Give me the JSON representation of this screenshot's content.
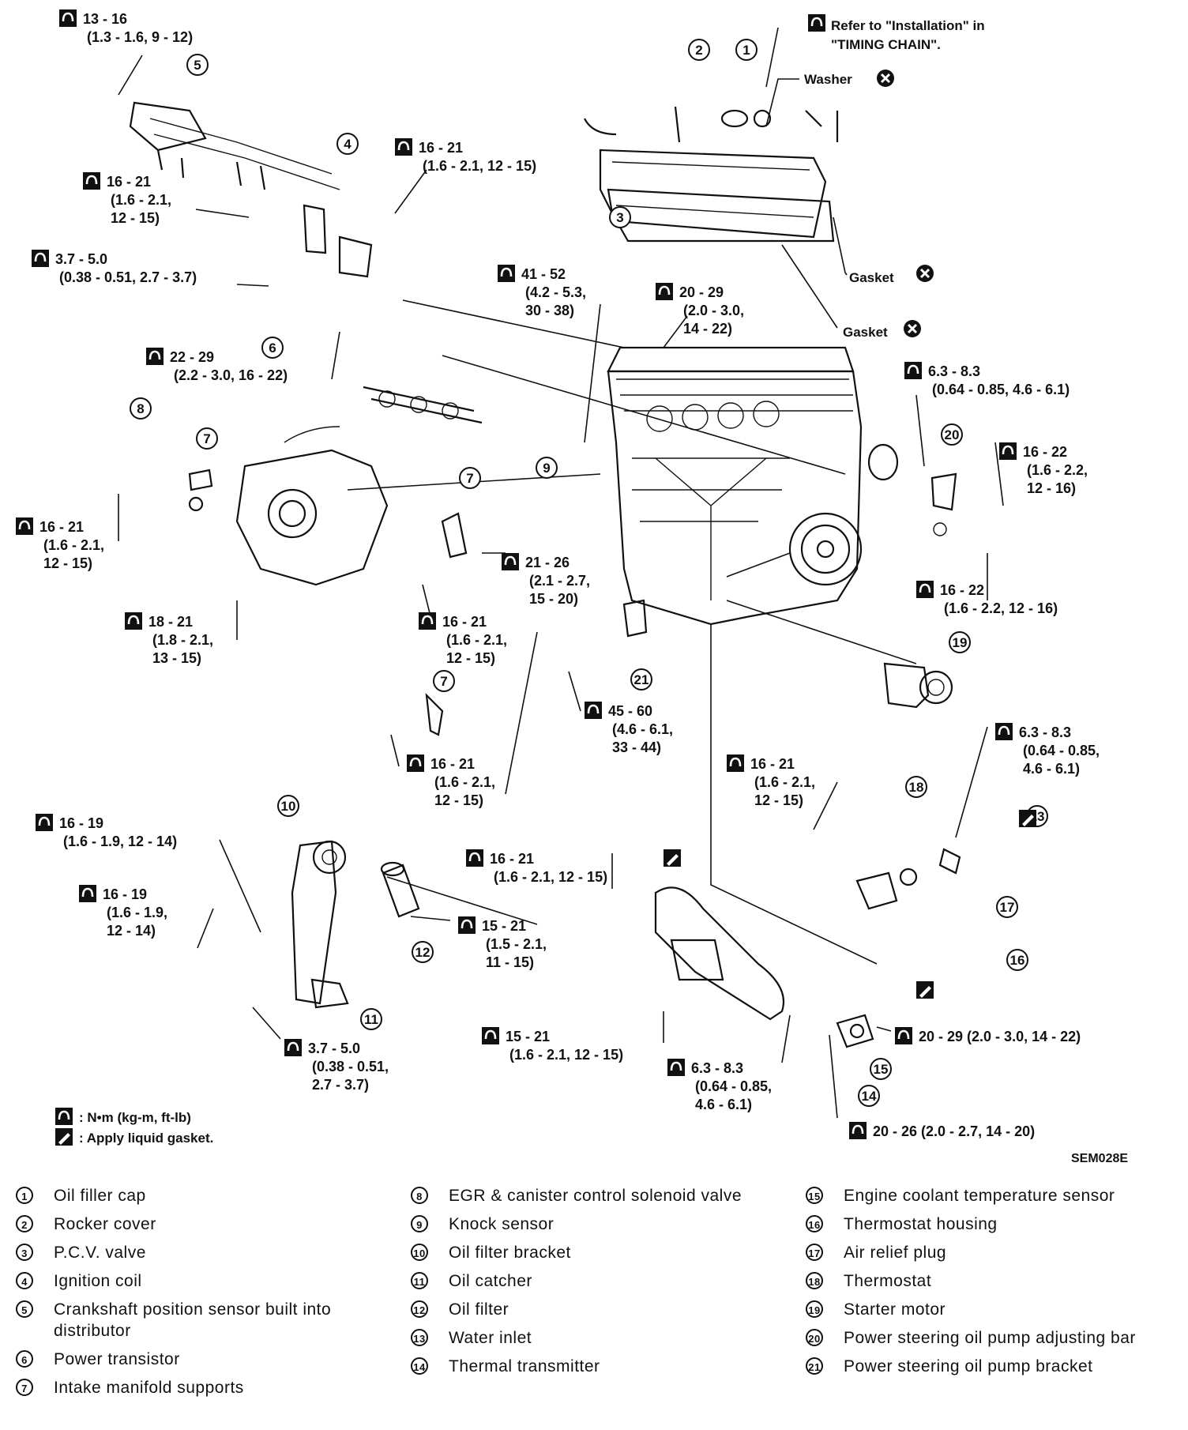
{
  "callouts": [
    {
      "id": "t1",
      "lines": [
        "13 - 16",
        "(1.3 - 1.6, 9 - 12)"
      ]
    },
    {
      "id": "t2",
      "lines": [
        "16 - 21",
        "(1.6 - 2.1, 12 - 15)"
      ]
    },
    {
      "id": "t3",
      "lines": [
        "16 - 21",
        "(1.6 - 2.1,",
        "12 - 15)"
      ]
    },
    {
      "id": "t4",
      "lines": [
        "3.7 - 5.0",
        "(0.38 - 0.51, 2.7 - 3.7)"
      ]
    },
    {
      "id": "t5",
      "lines": [
        "41 - 52",
        "(4.2 - 5.3,",
        "30 - 38)"
      ]
    },
    {
      "id": "t6",
      "lines": [
        "20 - 29",
        "(2.0 - 3.0,",
        "14 - 22)"
      ]
    },
    {
      "id": "t7",
      "lines": [
        "22 - 29",
        "(2.2 - 3.0, 16 - 22)"
      ]
    },
    {
      "id": "t8",
      "lines": [
        "6.3 - 8.3",
        "(0.64 - 0.85, 4.6 - 6.1)"
      ]
    },
    {
      "id": "t9",
      "lines": [
        "16 - 22",
        "(1.6 - 2.2,",
        "12 - 16)"
      ]
    },
    {
      "id": "t10",
      "lines": [
        "16 - 21",
        "(1.6 - 2.1,",
        "12 - 15)"
      ]
    },
    {
      "id": "t11",
      "lines": [
        "21 - 26",
        "(2.1 - 2.7,",
        "15 - 20)"
      ]
    },
    {
      "id": "t12",
      "lines": [
        "16 - 22",
        "(1.6 - 2.2, 12 - 16)"
      ]
    },
    {
      "id": "t13",
      "lines": [
        "16 - 21",
        "(1.6 - 2.1,",
        "12 - 15)"
      ]
    },
    {
      "id": "t14",
      "lines": [
        "18 - 21",
        "(1.8 - 2.1,",
        "13 - 15)"
      ]
    },
    {
      "id": "t15",
      "lines": [
        "45 - 60",
        "(4.6 - 6.1,",
        "33 - 44)"
      ]
    },
    {
      "id": "t16",
      "lines": [
        "6.3 - 8.3",
        "(0.64 - 0.85,",
        "4.6 - 6.1)"
      ]
    },
    {
      "id": "t17",
      "lines": [
        "16 - 21",
        "(1.6 - 2.1,",
        "12 - 15)"
      ]
    },
    {
      "id": "t18",
      "lines": [
        "16 - 21",
        "(1.6 - 2.1,",
        "12 - 15)"
      ]
    },
    {
      "id": "t19",
      "lines": [
        "16 - 19",
        "(1.6 - 1.9, 12 - 14)"
      ]
    },
    {
      "id": "t20",
      "lines": [
        "16 - 21",
        "(1.6 - 2.1, 12 - 15)"
      ]
    },
    {
      "id": "t21",
      "lines": [
        "16 - 19",
        "(1.6 - 1.9,",
        "12 - 14)"
      ]
    },
    {
      "id": "t22",
      "lines": [
        "15 - 21",
        "(1.5 - 2.1,",
        "11 - 15)"
      ]
    },
    {
      "id": "t23",
      "lines": [
        "15 - 21",
        "(1.6 - 2.1, 12 - 15)"
      ]
    },
    {
      "id": "t24",
      "lines": [
        "6.3 - 8.3",
        "(0.64 - 0.85,",
        "4.6 - 6.1)"
      ]
    },
    {
      "id": "t25",
      "lines": [
        "20 - 29 (2.0 - 3.0, 14 - 22)"
      ]
    },
    {
      "id": "t26",
      "lines": [
        "3.7 - 5.0",
        "(0.38 - 0.51,",
        "2.7 - 3.7)"
      ]
    },
    {
      "id": "t27",
      "lines": [
        "20 - 26 (2.0 - 2.7, 14 - 20)"
      ]
    }
  ],
  "notes": {
    "timing_chain": [
      "Refer to \"Installation\" in",
      "\"TIMING CHAIN\"."
    ],
    "washer": "Washer",
    "gasket_1": "Gasket",
    "gasket_2": "Gasket"
  },
  "key": {
    "torque_symbol_meaning": ": N•m (kg-m, ft-lb)",
    "liquid_gasket_meaning": ": Apply liquid gasket."
  },
  "figure_code": "SEM028E",
  "legend": [
    {
      "num": "1",
      "text": "Oil filler cap"
    },
    {
      "num": "2",
      "text": "Rocker cover"
    },
    {
      "num": "3",
      "text": "P.C.V. valve"
    },
    {
      "num": "4",
      "text": "Ignition coil"
    },
    {
      "num": "5",
      "text": "Crankshaft position sensor built into distributor"
    },
    {
      "num": "6",
      "text": "Power transistor"
    },
    {
      "num": "7",
      "text": "Intake manifold supports"
    },
    {
      "num": "8",
      "text": "EGR & canister control solenoid valve"
    },
    {
      "num": "9",
      "text": "Knock sensor"
    },
    {
      "num": "10",
      "text": "Oil filter bracket"
    },
    {
      "num": "11",
      "text": "Oil catcher"
    },
    {
      "num": "12",
      "text": "Oil filter"
    },
    {
      "num": "13",
      "text": "Water inlet"
    },
    {
      "num": "14",
      "text": "Thermal transmitter"
    },
    {
      "num": "15",
      "text": "Engine coolant temperature sensor"
    },
    {
      "num": "16",
      "text": "Thermostat housing"
    },
    {
      "num": "17",
      "text": "Air relief plug"
    },
    {
      "num": "18",
      "text": "Thermostat"
    },
    {
      "num": "19",
      "text": "Starter motor"
    },
    {
      "num": "20",
      "text": "Power steering oil pump adjusting bar"
    },
    {
      "num": "21",
      "text": "Power steering oil pump bracket"
    }
  ]
}
